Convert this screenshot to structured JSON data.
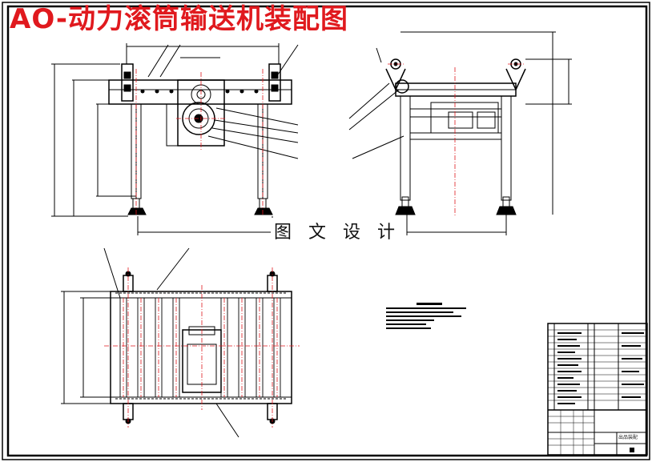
{
  "drawing": {
    "title": "AO-动力滚筒输送机装配图",
    "watermark": "图 文 设 计",
    "title_block_label": "出品装配",
    "colors": {
      "line": "#000000",
      "centerline": "#e0191e",
      "title": "#e0191e",
      "background": "#ffffff"
    }
  }
}
